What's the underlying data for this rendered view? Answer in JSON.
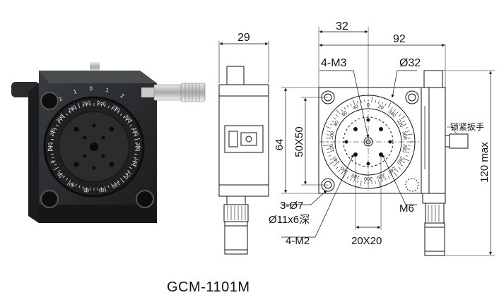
{
  "photo": {
    "dial_numbers": [
      "2",
      "1",
      "0",
      "1",
      "2",
      "280",
      "260",
      "240",
      "220",
      "200",
      "180",
      "160",
      "140",
      "120",
      "100",
      "80",
      "60",
      "40",
      "20",
      "0",
      "340",
      "320",
      "300"
    ]
  },
  "drawing": {
    "dim_side_width": "29",
    "dim_hole_spacing": "32",
    "dim_total_width": "92",
    "label_m3": "4-M3",
    "label_phi32": "Ø32",
    "dim_outer_height": "64",
    "dim_inner_height": "50X50",
    "label_lock_handle": "锁紧扳手",
    "dim_total_height": "120 max",
    "label_m6": "M6",
    "label_through_hole": "3-Ø7",
    "label_counterbore": "Ø11x6深",
    "label_m2": "4-M2",
    "dim_bottom_grid": "20X20",
    "dial_numbers": [
      "0",
      "20",
      "340",
      "320",
      "300",
      "280",
      "260",
      "240",
      "220",
      "200",
      "180",
      "160",
      "140",
      "120",
      "100",
      "80",
      "60",
      "40"
    ]
  },
  "caption": "GCM-1101M"
}
